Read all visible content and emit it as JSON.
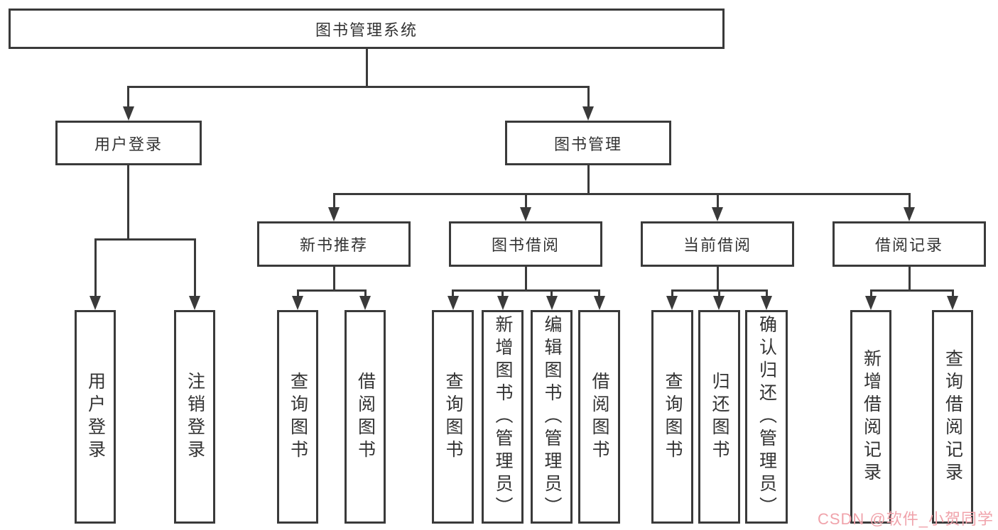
{
  "tree": {
    "root": "图书管理系统",
    "branches": [
      {
        "label": "用户登录",
        "children": [
          {
            "label": "用户登录"
          },
          {
            "label": "注销登录"
          }
        ]
      },
      {
        "label": "图书管理",
        "children": [
          {
            "label": "新书推荐",
            "children": [
              {
                "label": "查询图书"
              },
              {
                "label": "借阅图书"
              }
            ]
          },
          {
            "label": "图书借阅",
            "children": [
              {
                "label": "查询图书"
              },
              {
                "label": "新增图书（管理员）"
              },
              {
                "label": "编辑图书（管理员）"
              },
              {
                "label": "借阅图书"
              }
            ]
          },
          {
            "label": "当前借阅",
            "children": [
              {
                "label": "查询图书"
              },
              {
                "label": "归还图书"
              },
              {
                "label": "确认归还（管理员）"
              }
            ]
          },
          {
            "label": "借阅记录",
            "children": [
              {
                "label": "新增借阅记录"
              },
              {
                "label": "查询借阅记录"
              }
            ]
          }
        ]
      }
    ]
  },
  "watermark": {
    "text": "CSDN @软件_小贺同学",
    "color": "#f0a3ab"
  },
  "colors": {
    "line": "#3a3a3a",
    "text": "#333333",
    "background": "#ffffff"
  }
}
